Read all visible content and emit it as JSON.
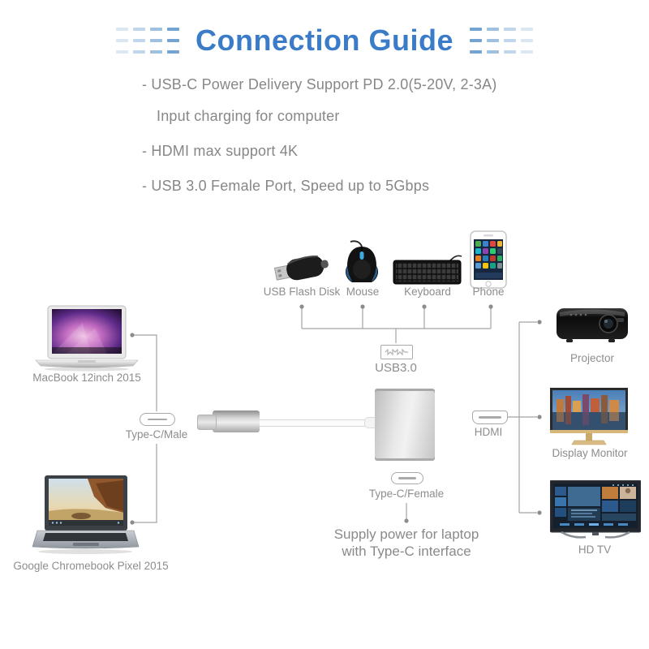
{
  "title": "Connection Guide",
  "features": [
    "- USB-C Power Delivery Support PD 2.0(5-20V, 2-3A)",
    "Input charging for computer",
    "- HDMI max support 4K",
    "- USB 3.0 Female Port, Speed up to 5Gbps"
  ],
  "diagram": {
    "peripherals": [
      {
        "name": "usb-flash-disk",
        "label": "USB Flash Disk"
      },
      {
        "name": "mouse",
        "label": "Mouse"
      },
      {
        "name": "keyboard",
        "label": "Keyboard"
      },
      {
        "name": "phone",
        "label": "Phone"
      }
    ],
    "ports": {
      "usb3": "USB3.0",
      "type_c_male": "Type-C/Male",
      "type_c_female": "Type-C/Female",
      "hdmi": "HDMI"
    },
    "laptops": [
      {
        "name": "macbook",
        "label": "MacBook 12inch 2015"
      },
      {
        "name": "chromebook",
        "label": "Google Chromebook Pixel 2015"
      }
    ],
    "displays": [
      {
        "name": "projector",
        "label": "Projector"
      },
      {
        "name": "display-monitor",
        "label": "Display Monitor"
      },
      {
        "name": "hd-tv",
        "label": "HD TV"
      }
    ],
    "power_note": [
      "Supply power for laptop",
      "with Type-C interface"
    ]
  },
  "colors": {
    "title_blue": "#3b7cc8",
    "feature_text": "#878787",
    "label_text": "#8d8d8d",
    "line_gray": "#a3a3a3"
  }
}
